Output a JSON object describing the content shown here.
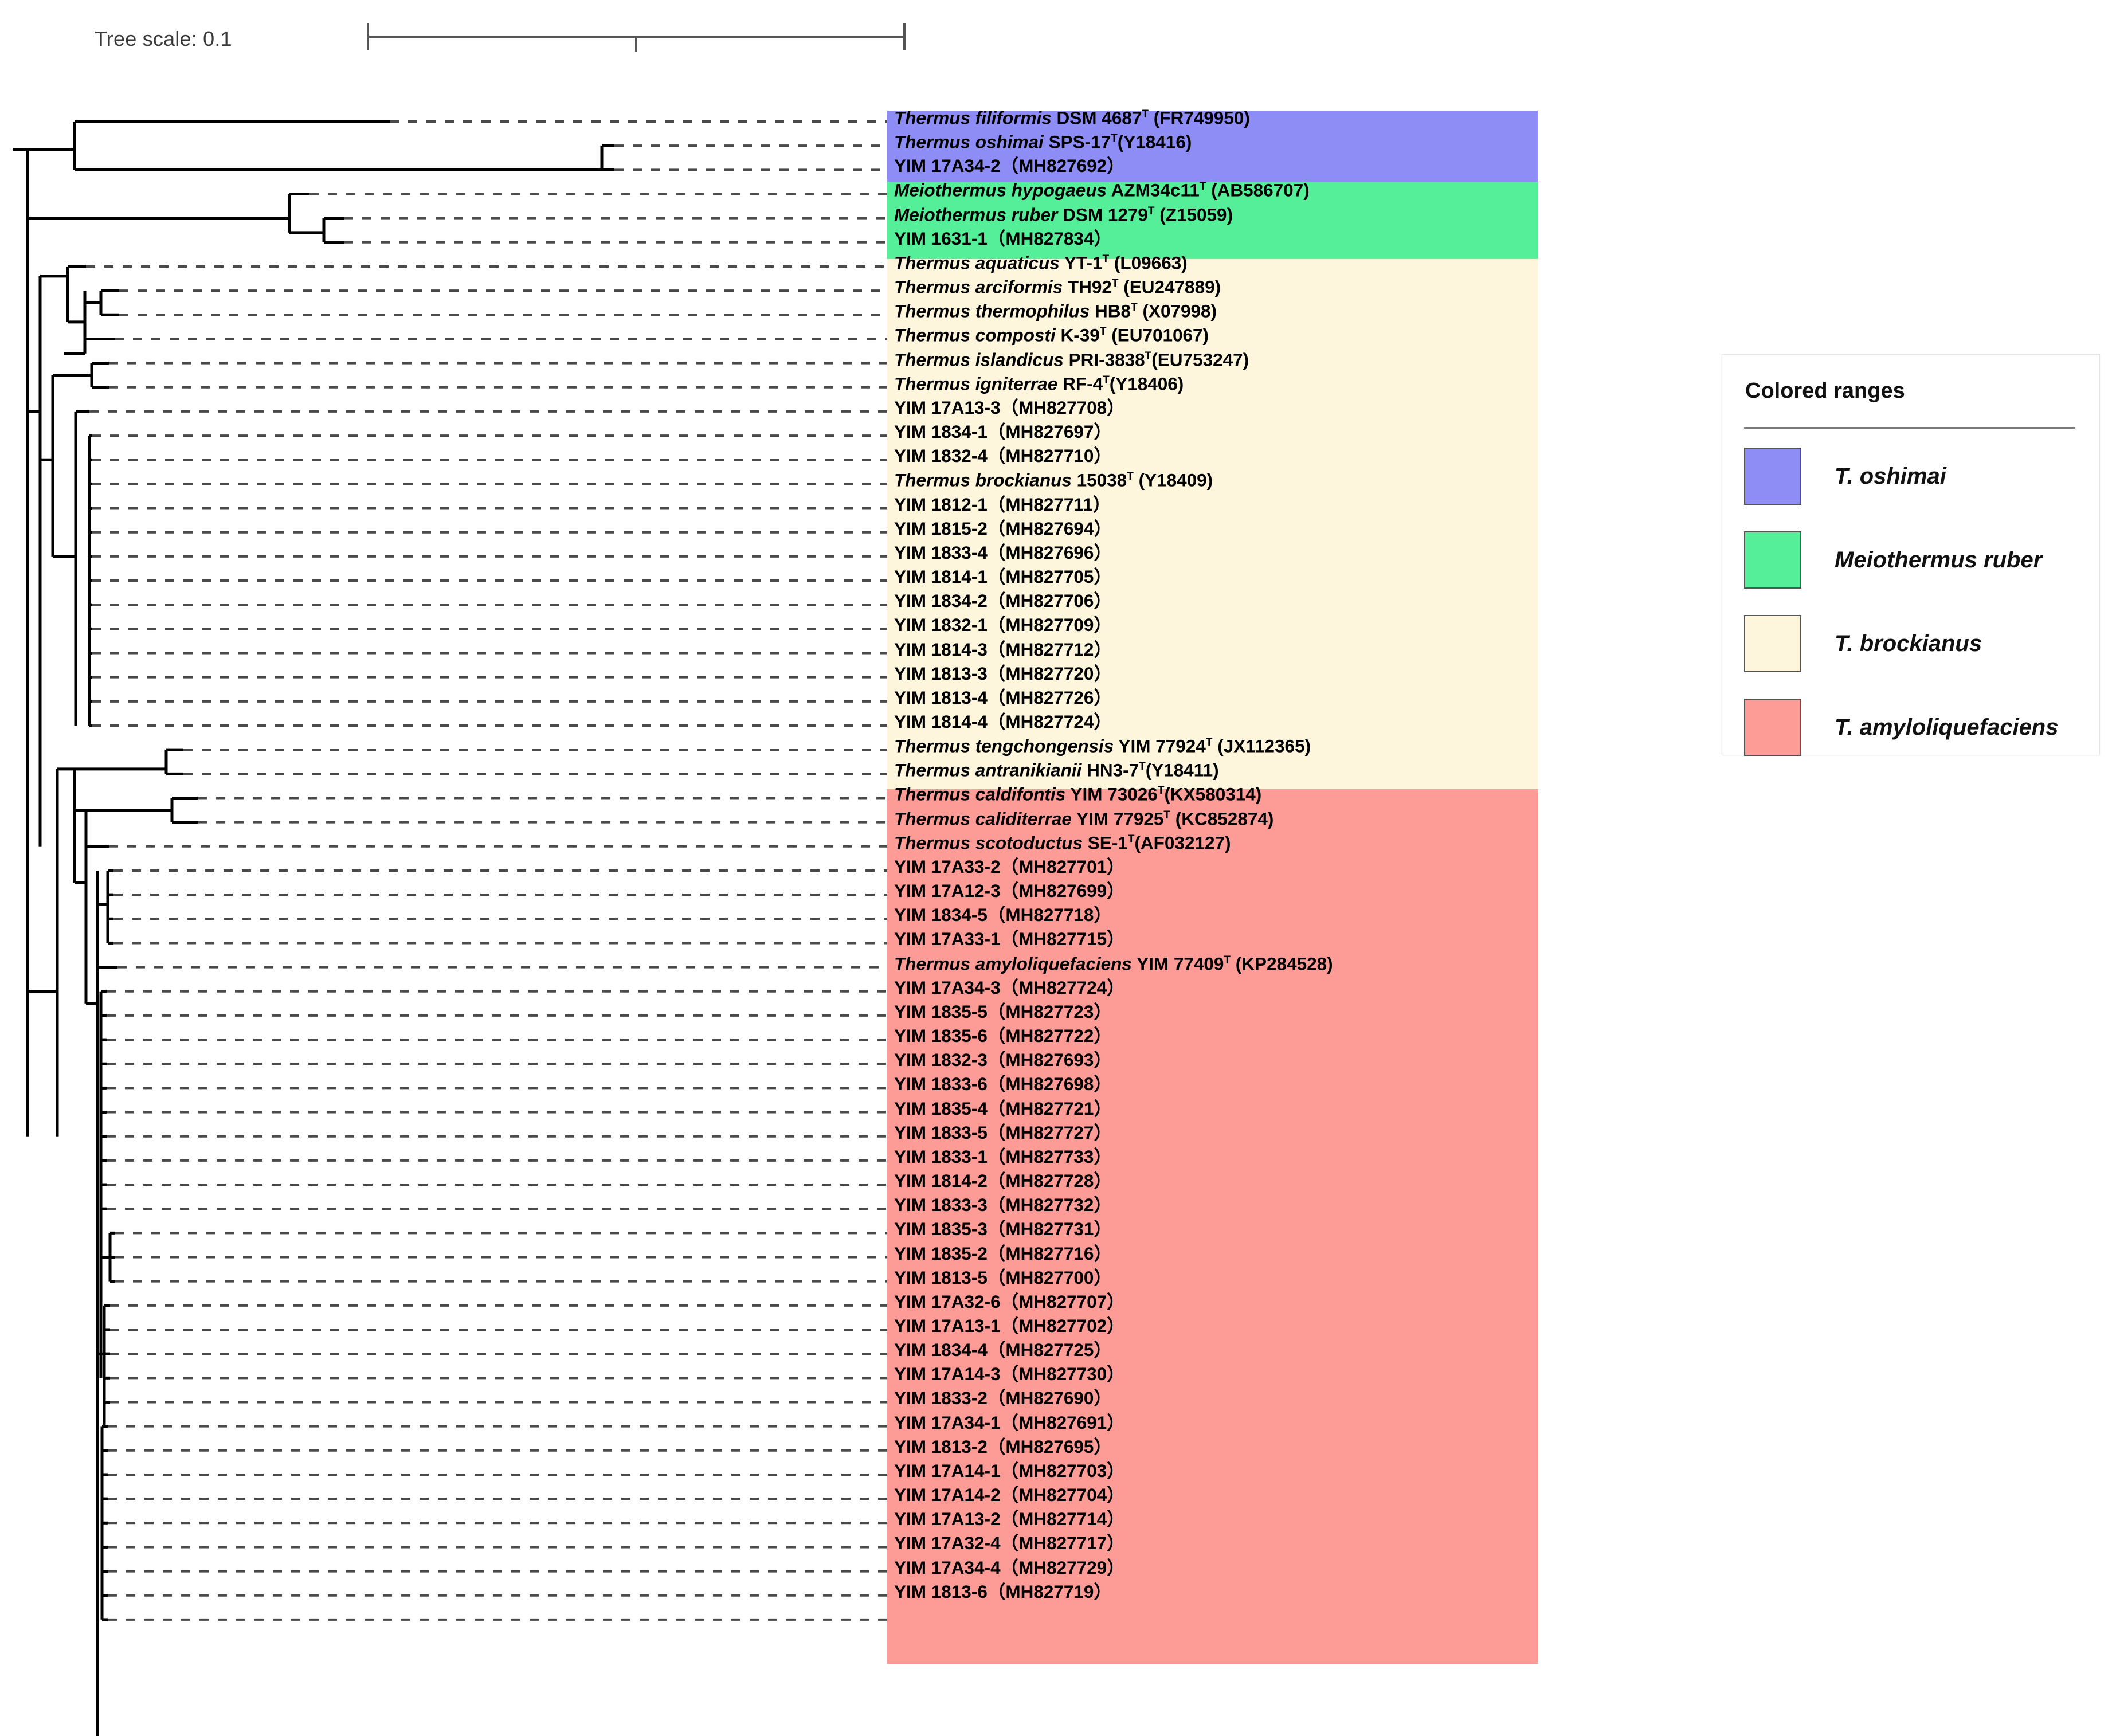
{
  "scale": {
    "label": "Tree scale: 0.1",
    "value": 0.1
  },
  "colors": {
    "oshimai": "#8e8df6",
    "meiothermus_ruber": "#55ee99",
    "brockianus": "#fdf6dd",
    "amyloliquefaciens": "#fd9b96",
    "branch": "#000000",
    "leader": "#444444"
  },
  "legend": {
    "title": "Colored ranges",
    "items": [
      {
        "label": "T. oshimai",
        "color": "#8e8df6"
      },
      {
        "label": "Meiothermus ruber",
        "color": "#55ee99"
      },
      {
        "label": "T. brockianus",
        "color": "#fdf6dd"
      },
      {
        "label": "T. amyloliquefaciens",
        "color": "#fd9b96"
      }
    ]
  },
  "chart_data": {
    "type": "tree",
    "title": "",
    "scale_bar": "Tree scale: 0.1",
    "n_leaves": 69,
    "ranges": [
      {
        "name": "T. oshimai",
        "color": "#8e8df6",
        "leaf_from": 0,
        "leaf_to": 2
      },
      {
        "name": "Meiothermus ruber",
        "color": "#55ee99",
        "leaf_from": 3,
        "leaf_to": 5
      },
      {
        "name": "T. brockianus",
        "color": "#fdf6dd",
        "leaf_from": 6,
        "leaf_to": 25
      },
      {
        "name": "T. amyloliquefaciens",
        "color": "#fd9b96",
        "leaf_from": 26,
        "leaf_to": 68
      }
    ],
    "leaves": [
      {
        "sp": "Thermus filiformis",
        "rest": " DSM 4687",
        "t": true,
        "acc": " (FR749950)"
      },
      {
        "sp": "Thermus oshimai",
        "rest": " SPS-17",
        "t": true,
        "acc": "(Y18416)"
      },
      {
        "sp": "",
        "rest": "YIM 17A34-2",
        "t": false,
        "acc": "（MH827692）"
      },
      {
        "sp": "Meiothermus hypogaeus",
        "rest": " AZM34c11",
        "t": true,
        "acc": " (AB586707)"
      },
      {
        "sp": "Meiothermus ruber",
        "rest": " DSM 1279",
        "t": true,
        "acc": " (Z15059)"
      },
      {
        "sp": "",
        "rest": "YIM 1631-1",
        "t": false,
        "acc": "（MH827834）"
      },
      {
        "sp": "Thermus aquaticus",
        "rest": " YT-1",
        "t": true,
        "acc": " (L09663)"
      },
      {
        "sp": "Thermus arciformis",
        "rest": " TH92",
        "t": true,
        "acc": " (EU247889)"
      },
      {
        "sp": "Thermus thermophilus",
        "rest": " HB8",
        "t": true,
        "acc": " (X07998)"
      },
      {
        "sp": "Thermus composti",
        "rest": " K-39",
        "t": true,
        "acc": " (EU701067)"
      },
      {
        "sp": "Thermus islandicus",
        "rest": " PRI-3838",
        "t": true,
        "acc": "(EU753247)"
      },
      {
        "sp": "Thermus igniterrae",
        "rest": " RF-4",
        "t": true,
        "acc": "(Y18406)"
      },
      {
        "sp": "",
        "rest": "YIM 17A13-3",
        "t": false,
        "acc": "（MH827708）"
      },
      {
        "sp": "",
        "rest": "YIM 1834-1",
        "t": false,
        "acc": "（MH827697）"
      },
      {
        "sp": "",
        "rest": "YIM 1832-4",
        "t": false,
        "acc": "（MH827710）"
      },
      {
        "sp": "Thermus brockianus",
        "rest": " 15038",
        "t": true,
        "acc": " (Y18409)"
      },
      {
        "sp": "",
        "rest": "YIM 1812-1",
        "t": false,
        "acc": "（MH827711）"
      },
      {
        "sp": "",
        "rest": "YIM 1815-2",
        "t": false,
        "acc": "（MH827694）"
      },
      {
        "sp": "",
        "rest": "YIM 1833-4",
        "t": false,
        "acc": "（MH827696）"
      },
      {
        "sp": "",
        "rest": "YIM 1814-1",
        "t": false,
        "acc": "（MH827705）"
      },
      {
        "sp": "",
        "rest": "YIM 1834-2",
        "t": false,
        "acc": "（MH827706）"
      },
      {
        "sp": "",
        "rest": "YIM 1832-1",
        "t": false,
        "acc": "（MH827709）"
      },
      {
        "sp": "",
        "rest": "YIM 1814-3",
        "t": false,
        "acc": "（MH827712）"
      },
      {
        "sp": "",
        "rest": "YIM 1813-3",
        "t": false,
        "acc": "（MH827720）"
      },
      {
        "sp": "",
        "rest": "YIM 1813-4",
        "t": false,
        "acc": "（MH827726）"
      },
      {
        "sp": "",
        "rest": "YIM 1814-4",
        "t": false,
        "acc": "（MH827724）"
      },
      {
        "sp": "Thermus tengchongensis",
        "rest": " YIM 77924",
        "t": true,
        "acc": " (JX112365)"
      },
      {
        "sp": "Thermus antranikianii",
        "rest": " HN3-7",
        "t": true,
        "acc": "(Y18411)"
      },
      {
        "sp": "Thermus caldifontis",
        "rest": " YIM 73026",
        "t": true,
        "acc": "(KX580314)"
      },
      {
        "sp": "Thermus caliditerrae",
        "rest": " YIM 77925",
        "t": true,
        "acc": " (KC852874)"
      },
      {
        "sp": "Thermus scotoductus",
        "rest": " SE-1",
        "t": true,
        "acc": "(AF032127)"
      },
      {
        "sp": "",
        "rest": "YIM 17A33-2",
        "t": false,
        "acc": "（MH827701）"
      },
      {
        "sp": "",
        "rest": "YIM 17A12-3",
        "t": false,
        "acc": "（MH827699）"
      },
      {
        "sp": "",
        "rest": "YIM 1834-5",
        "t": false,
        "acc": "（MH827718）"
      },
      {
        "sp": "",
        "rest": "YIM 17A33-1",
        "t": false,
        "acc": "（MH827715）"
      },
      {
        "sp": "Thermus amyloliquefaciens",
        "rest": " YIM 77409",
        "t": true,
        "acc": " (KP284528)"
      },
      {
        "sp": "",
        "rest": "YIM 17A34-3",
        "t": false,
        "acc": "（MH827724）"
      },
      {
        "sp": "",
        "rest": "YIM 1835-5",
        "t": false,
        "acc": "（MH827723）"
      },
      {
        "sp": "",
        "rest": "YIM 1835-6",
        "t": false,
        "acc": "（MH827722）"
      },
      {
        "sp": "",
        "rest": "YIM 1832-3",
        "t": false,
        "acc": "（MH827693）"
      },
      {
        "sp": "",
        "rest": "YIM 1833-6",
        "t": false,
        "acc": "（MH827698）"
      },
      {
        "sp": "",
        "rest": "YIM 1835-4",
        "t": false,
        "acc": "（MH827721）"
      },
      {
        "sp": "",
        "rest": "YIM 1833-5",
        "t": false,
        "acc": "（MH827727）"
      },
      {
        "sp": "",
        "rest": "YIM 1833-1",
        "t": false,
        "acc": "（MH827733）"
      },
      {
        "sp": "",
        "rest": "YIM 1814-2",
        "t": false,
        "acc": "（MH827728）"
      },
      {
        "sp": "",
        "rest": "YIM 1833-3",
        "t": false,
        "acc": "（MH827732）"
      },
      {
        "sp": "",
        "rest": "YIM 1835-3",
        "t": false,
        "acc": "（MH827731）"
      },
      {
        "sp": "",
        "rest": "YIM 1835-2",
        "t": false,
        "acc": "（MH827716）"
      },
      {
        "sp": "",
        "rest": "YIM 1813-5",
        "t": false,
        "acc": "（MH827700）"
      },
      {
        "sp": "",
        "rest": "YIM 17A32-6",
        "t": false,
        "acc": "（MH827707）"
      },
      {
        "sp": "",
        "rest": "YIM 17A13-1",
        "t": false,
        "acc": "（MH827702）"
      },
      {
        "sp": "",
        "rest": "YIM 1834-4",
        "t": false,
        "acc": "（MH827725）"
      },
      {
        "sp": "",
        "rest": "YIM 17A14-3",
        "t": false,
        "acc": "（MH827730）"
      },
      {
        "sp": "",
        "rest": "YIM 1833-2",
        "t": false,
        "acc": "（MH827690）"
      },
      {
        "sp": "",
        "rest": "YIM 17A34-1",
        "t": false,
        "acc": "（MH827691）"
      },
      {
        "sp": "",
        "rest": "YIM 1813-2",
        "t": false,
        "acc": "（MH827695）"
      },
      {
        "sp": "",
        "rest": "YIM 17A14-1",
        "t": false,
        "acc": "（MH827703）"
      },
      {
        "sp": "",
        "rest": "YIM 17A14-2",
        "t": false,
        "acc": "（MH827704）"
      },
      {
        "sp": "",
        "rest": "YIM 17A13-2",
        "t": false,
        "acc": "（MH827714）"
      },
      {
        "sp": "",
        "rest": "YIM 17A32-4",
        "t": false,
        "acc": "（MH827717）"
      },
      {
        "sp": "",
        "rest": "YIM 17A34-4",
        "t": false,
        "acc": "（MH827729）"
      },
      {
        "sp": "",
        "rest": "YIM 1813-6",
        "t": false,
        "acc": "（MH827719）"
      }
    ]
  }
}
